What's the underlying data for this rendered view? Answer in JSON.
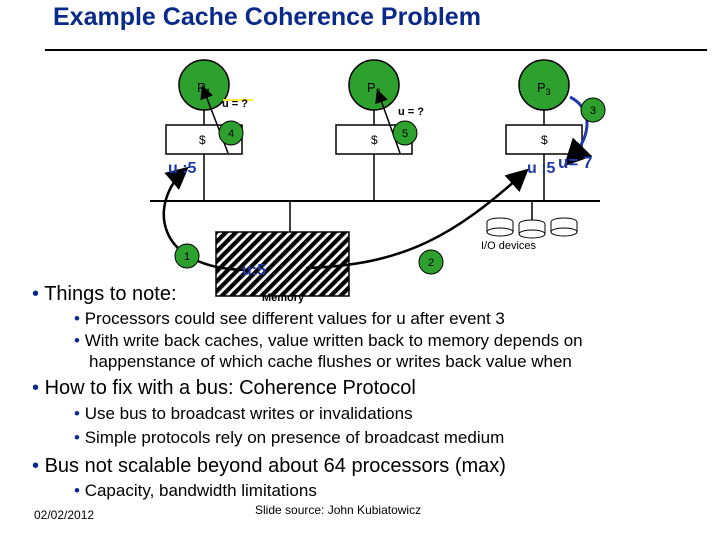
{
  "title": "Example Cache Coherence Problem",
  "diagram": {
    "processors": [
      {
        "name": "P",
        "sub": "1"
      },
      {
        "name": "P",
        "sub": "2"
      },
      {
        "name": "P",
        "sub": "3"
      }
    ],
    "cache_symbol": "$",
    "reads": [
      "u = ?",
      "u = ?"
    ],
    "cached_values": [
      "u :5",
      "u :5"
    ],
    "written_value": "u= 7",
    "memory_value": "u:5",
    "memory_label": "Memory",
    "io_label": "I/O devices",
    "events": [
      "1",
      "2",
      "3",
      "4",
      "5"
    ]
  },
  "bullets": {
    "things_to_note": "Things to note:",
    "note_items": [
      "Processors could see different values for u after event 3",
      "With write back caches, value written back to memory depends on",
      "happenstance of which cache flushes or writes back value when"
    ],
    "fix": "How to fix with a bus: Coherence Protocol",
    "fix_items": [
      "Use bus to broadcast writes or invalidations",
      "Simple protocols rely on presence of broadcast medium"
    ],
    "scalable": "Bus not scalable beyond about 64 processors (max)",
    "scalable_items": [
      "Capacity, bandwidth limitations"
    ]
  },
  "footer": {
    "date": "02/02/2012",
    "source": "Slide source: John Kubiatowicz"
  },
  "colors": {
    "title": "#0a2a8a",
    "processor": "#2ea02e",
    "event": "#2ea02e",
    "value_blue": "#1e3aa8"
  }
}
